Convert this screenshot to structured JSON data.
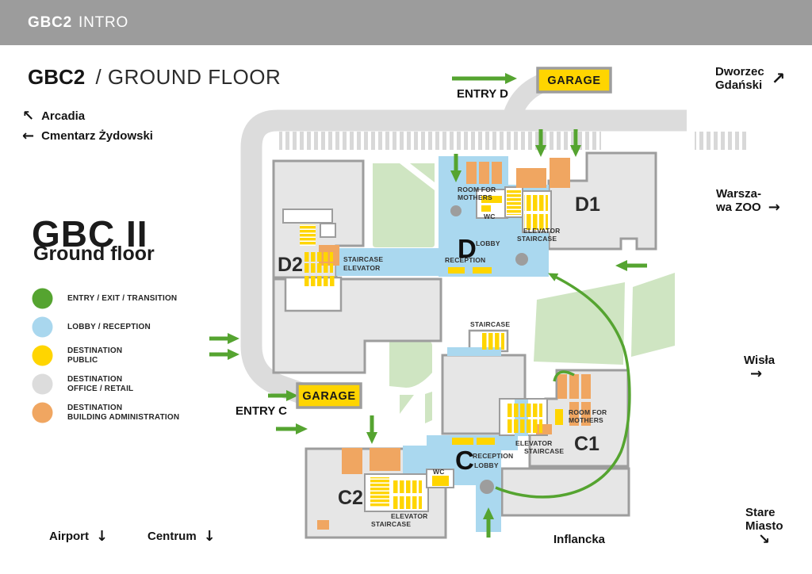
{
  "header": {
    "brand_bold": "GBC2",
    "brand_light": "INTRO"
  },
  "title": {
    "bold": "GBC2",
    "light": "/ GROUND FLOOR"
  },
  "map_heading": {
    "line1": "GBC II",
    "line2": "Ground floor"
  },
  "legend": [
    {
      "line1": "ENTRY / EXIT / TRANSITION",
      "line2": "",
      "color": "#55a430"
    },
    {
      "line1": "LOBBY / RECEPTION",
      "line2": "",
      "color": "#a9d7ee"
    },
    {
      "line1": "DESTINATION",
      "line2": "PUBLIC",
      "color": "#ffd500"
    },
    {
      "line1": "DESTINATION",
      "line2": "OFFICE / RETAIL",
      "color": "#dcdcdc"
    },
    {
      "line1": "DESTINATION",
      "line2": "BUILDING  ADMINISTRATION",
      "color": "#f0a661"
    }
  ],
  "directions": {
    "arcadia": {
      "arrow": "↖",
      "label": "Arcadia"
    },
    "cmentarz": {
      "arrow": "←",
      "label": "Cmentarz Żydowski"
    },
    "dworzec": {
      "line1": "Dworzec",
      "line2": "Gdański",
      "arrow": "↗"
    },
    "warszawa_zoo": {
      "line1": "Warsza-",
      "line2": "wa ZOO",
      "arrow": "→"
    },
    "wisla": {
      "label": "Wisła",
      "arrow": "→"
    },
    "stare_miasto": {
      "line1": "Stare",
      "line2": "Miasto",
      "arrow": "↘"
    },
    "airport": {
      "label": "Airport",
      "arrow": "↓"
    },
    "centrum": {
      "label": "Centrum",
      "arrow": "↓"
    },
    "inflancka": {
      "label": "Inflancka"
    }
  },
  "map": {
    "entry_d": "ENTRY D",
    "entry_c": "ENTRY C",
    "garage_d": "GARAGE",
    "garage_c": "GARAGE",
    "buildings": {
      "d1": "D1",
      "d2": "D2",
      "c1": "C1",
      "c2": "C2"
    },
    "lobby_d": {
      "letter": "D",
      "lobby": "LOBBY",
      "reception": "RECEPTION"
    },
    "lobby_c": {
      "letter": "C",
      "reception": "RECEPTION",
      "lobby": "LOBBY"
    },
    "labels": {
      "staircase": "STAIRCASE",
      "elevator": "ELEVATOR",
      "room_for": "ROOM FOR",
      "mothers": "MOTHERS",
      "wc": "WC"
    }
  },
  "colors": {
    "header_gray": "#9c9c9c",
    "road_gray": "#dcdcdc",
    "building_gray": "#e6e6e6",
    "building_stroke": "#9d9d9d",
    "lobby_blue": "#aad8ef",
    "public_yellow": "#ffd500",
    "admin_orange": "#f0a661",
    "lawn_green": "#cfe5c2",
    "route_green": "#55a430"
  }
}
